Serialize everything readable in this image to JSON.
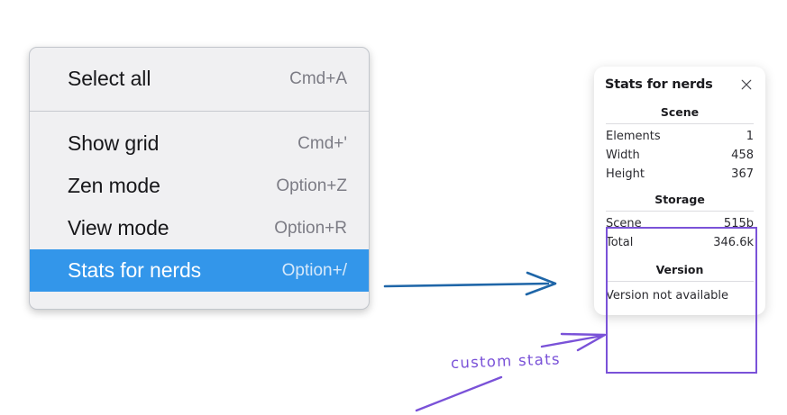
{
  "menu": {
    "groups": [
      {
        "items": [
          {
            "label": "Select all",
            "shortcut": "Cmd+A",
            "selected": false
          }
        ]
      },
      {
        "items": [
          {
            "label": "Show grid",
            "shortcut": "Cmd+'",
            "selected": false
          },
          {
            "label": "Zen mode",
            "shortcut": "Option+Z",
            "selected": false
          },
          {
            "label": "View mode",
            "shortcut": "Option+R",
            "selected": false
          },
          {
            "label": "Stats for nerds",
            "shortcut": "Option+/",
            "selected": true
          }
        ]
      }
    ],
    "highlight_color": "#3396ea"
  },
  "stats_panel": {
    "title": "Stats for nerds",
    "close_icon": "close-icon",
    "sections": [
      {
        "heading": "Scene",
        "rows": [
          {
            "key": "Elements",
            "value": "1"
          },
          {
            "key": "Width",
            "value": "458"
          },
          {
            "key": "Height",
            "value": "367"
          }
        ]
      },
      {
        "heading": "Storage",
        "rows": [
          {
            "key": "Scene",
            "value": "515b"
          },
          {
            "key": "Total",
            "value": "346.6k"
          }
        ]
      },
      {
        "heading": "Version",
        "note": "Version not available"
      }
    ]
  },
  "annotations": {
    "handwritten_label": "custom stats",
    "purple_color": "#7a52d8",
    "blue_color": "#1f66a8"
  }
}
